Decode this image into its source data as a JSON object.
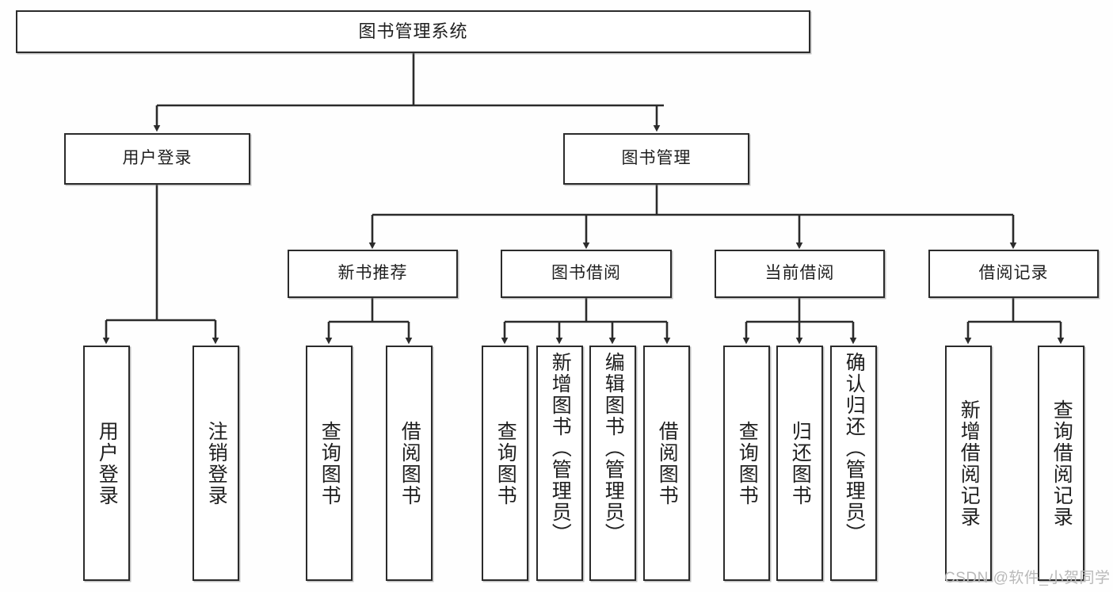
{
  "diagram": {
    "title": "图书管理系统",
    "type": "tree-structure-chart",
    "root": {
      "label": "图书管理系统"
    },
    "level2": [
      {
        "label": "用户登录"
      },
      {
        "label": "图书管理"
      }
    ],
    "level3": [
      {
        "label": "新书推荐"
      },
      {
        "label": "图书借阅"
      },
      {
        "label": "当前借阅"
      },
      {
        "label": "借阅记录"
      }
    ],
    "leaves": {
      "user_login": [
        {
          "label": "用户登录"
        },
        {
          "label": "注销登录"
        }
      ],
      "new_book_recommend": [
        {
          "label": "查询图书"
        },
        {
          "label": "借阅图书"
        }
      ],
      "book_borrow": [
        {
          "label": "查询图书"
        },
        {
          "label": "新增图书（管理员）"
        },
        {
          "label": "编辑图书（管理员）"
        },
        {
          "label": "借阅图书"
        }
      ],
      "current_borrow": [
        {
          "label": "查询图书"
        },
        {
          "label": "归还图书"
        },
        {
          "label": "确认归还（管理员）"
        }
      ],
      "borrow_record": [
        {
          "label": "新增借阅记录"
        },
        {
          "label": "查询借阅记录"
        }
      ]
    }
  },
  "watermark": {
    "text": "CSDN @软件_小贺同学"
  },
  "colors": {
    "background": "#fefefe",
    "box_border": "#2b2b2b",
    "box_fill": "#ffffff",
    "text": "#1f1f1f",
    "connector": "#2b2b2b",
    "watermark": "#b9b9b9"
  }
}
